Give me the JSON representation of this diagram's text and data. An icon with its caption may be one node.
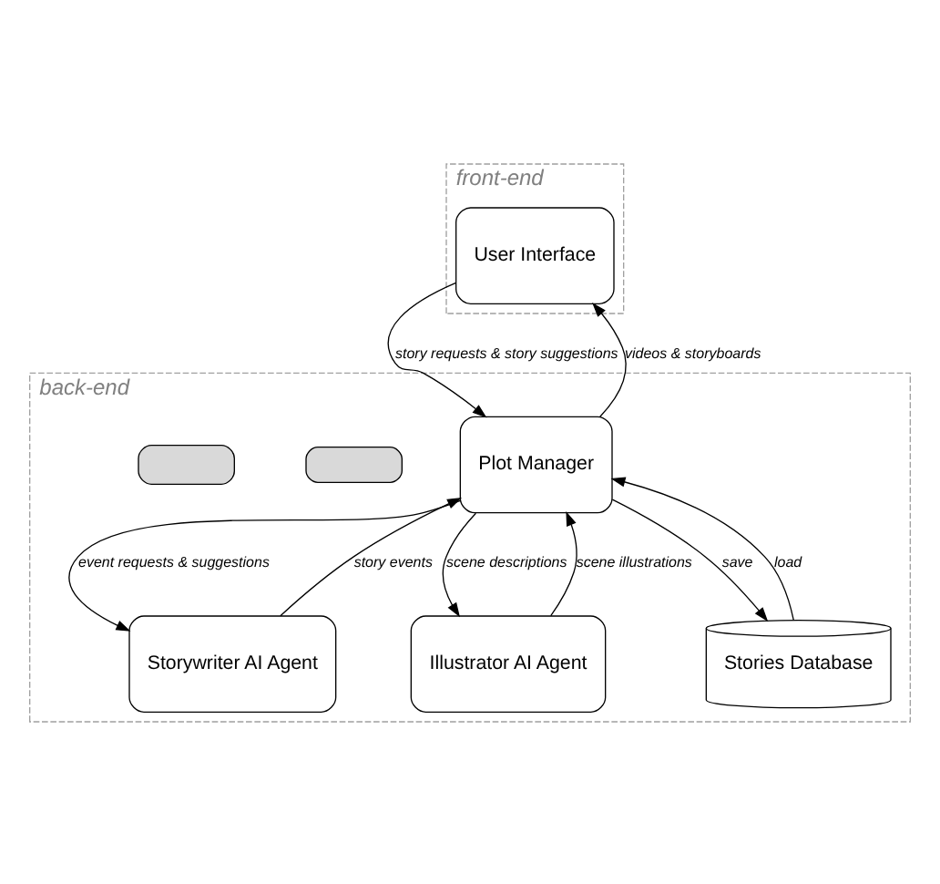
{
  "diagram": {
    "nodes": [
      {
        "text": [
          "front-end"
        ]
      },
      {
        "text": [
          "User Interface"
        ],
        "in": 0
      },
      {
        "text": [
          "back-end"
        ]
      },
      {
        "text": [
          "Plot Manager"
        ],
        "in": 2
      },
      {
        "text": [],
        "shape": "box",
        "in": 2
      },
      {
        "text": [
          "Storywriter AI Agent"
        ],
        "in": 2
      },
      {
        "text": [],
        "shape": "box",
        "in": 2
      },
      {
        "text": [
          "Illustrator AI Agent"
        ],
        "in": 2
      },
      {
        "text": [
          "Stories Database"
        ],
        "in": 2
      }
    ],
    "edges": [
      {
        "from": 1,
        "to": 3,
        "arrow": "to",
        "label": "story requests & story suggestions"
      },
      {
        "from": 3,
        "to": 1,
        "arrow": "to",
        "label": "videos & storyboards"
      },
      {
        "from": 3,
        "to": 5,
        "arrow": "to",
        "label": "event requests & suggestions"
      },
      {
        "from": 5,
        "to": 3,
        "arrow": "to",
        "label": "story events"
      },
      {
        "from": 3,
        "to": 7,
        "arrow": "to",
        "label": "scene descriptions"
      },
      {
        "from": 7,
        "to": 3,
        "arrow": "to",
        "label": "scene illustrations"
      },
      {
        "from": 3,
        "to": 8,
        "arrow": "to",
        "label": "save"
      },
      {
        "from": 8,
        "to": 3,
        "arrow": "to",
        "label": "load"
      }
    ]
  }
}
